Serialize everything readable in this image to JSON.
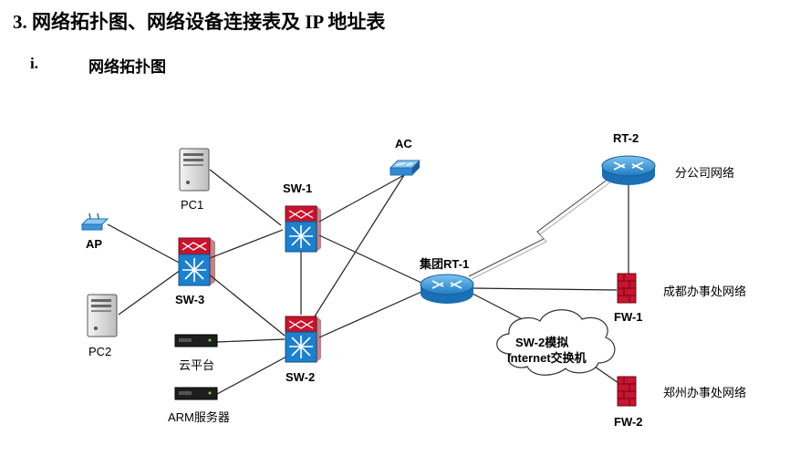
{
  "heading": "3. 网络拓扑图、网络设备连接表及 IP 地址表",
  "subheading": {
    "number": "i.",
    "title": "网络拓扑图"
  },
  "nodes": {
    "pc1": "PC1",
    "pc2": "PC2",
    "ap": "AP",
    "sw3": "SW-3",
    "sw1": "SW-1",
    "sw2": "SW-2",
    "ac": "AC",
    "rt1": "集团RT-1",
    "rt2": "RT-2",
    "fw1": "FW-1",
    "fw2": "FW-2",
    "cloud": "云平台",
    "arm": "ARM服务器",
    "internet_line1": "SW-2模拟",
    "internet_line2": "Internet交换机",
    "branch": "分公司网络",
    "chengdu": "成都办事处网络",
    "zhengzhou": "郑州办事处网络"
  }
}
